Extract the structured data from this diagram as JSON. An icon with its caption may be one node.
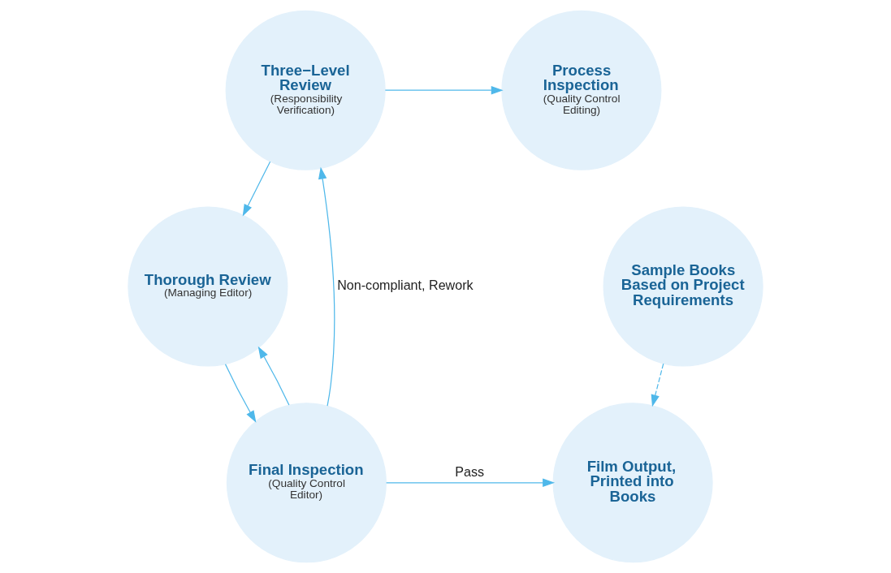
{
  "diagram": {
    "nodes": [
      {
        "text": [
          "Process Inspection",
          "(Quality Control Editing)"
        ]
      },
      {
        "text": [
          "Three−Level Review",
          "(Responsibility Verification)"
        ]
      },
      {
        "text": [
          "Thorough Review",
          "(Managing Editor)"
        ]
      },
      {
        "text": [
          "Final Inspection",
          "(Quality Control Editor)"
        ]
      },
      {
        "text": [
          "Sample Books Based on Project Requirements"
        ]
      },
      {
        "text": [
          "Film Output, Printed into Books"
        ]
      }
    ],
    "edges": [
      {
        "from": 1,
        "to": 0,
        "arrow": "to"
      },
      {
        "from": 1,
        "to": 2,
        "arrow": "to"
      },
      {
        "from": 2,
        "to": 3,
        "arrow": "to"
      },
      {
        "from": 3,
        "to": 1,
        "arrow": "to",
        "label": "Non-compliant, Rework"
      },
      {
        "from": 3,
        "to": 2,
        "arrow": "to"
      },
      {
        "from": 3,
        "to": 5,
        "arrow": "to",
        "label": "Pass"
      },
      {
        "from": 4,
        "to": 5,
        "arrow": "to",
        "style": "dashed"
      }
    ]
  }
}
